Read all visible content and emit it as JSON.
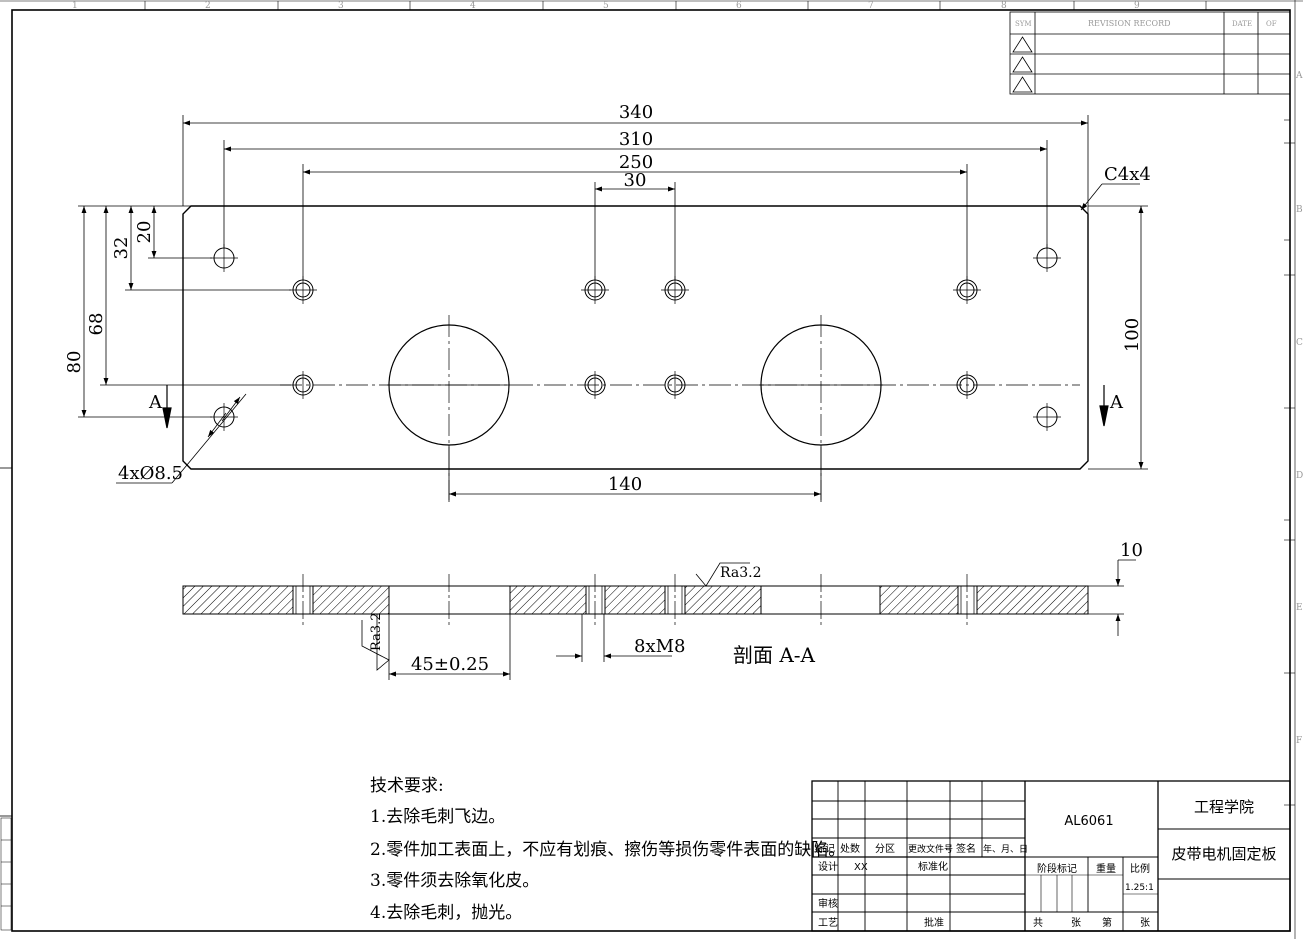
{
  "frame": {
    "top_numbers": [
      "1",
      "2",
      "3",
      "4",
      "5",
      "6",
      "7",
      "8",
      "9"
    ],
    "right_letters": [
      "A",
      "B",
      "C",
      "D",
      "E",
      "F"
    ]
  },
  "revision": {
    "header": [
      "SYM",
      "REVISION  RECORD",
      "DATE",
      "OF"
    ],
    "rows": 3
  },
  "plan_view": {
    "dims": {
      "d340": "340",
      "d310": "310",
      "d250": "250",
      "d30": "30",
      "chamfer": "C4x4",
      "d20": "20",
      "d32": "32",
      "d68": "68",
      "d80": "80",
      "d100": "100",
      "d140": "140",
      "holes": "4xØ8.5"
    },
    "section_marker": "A"
  },
  "section_view": {
    "roughness_top": "Ra3.2",
    "roughness_left": "Ra3.2",
    "thickness": "10",
    "tolerance": "45±0.25",
    "thread": "8xM8",
    "title": "剖面 A-A"
  },
  "notes": {
    "title": "技术要求:",
    "items": [
      "1.去除毛刺飞边。",
      "2.零件加工表面上，不应有划痕、擦伤等损伤零件表面的缺陷。",
      "3.零件须去除氧化皮。",
      "4.去除毛刺，抛光。"
    ]
  },
  "title_block": {
    "row_labels": [
      "标记",
      "处数",
      "分区",
      "更改文件号",
      "签名",
      "年、月、日"
    ],
    "designer_label": "设计",
    "designer_value": "XX",
    "standard_label": "标准化",
    "review_label": "审核",
    "process_label": "工艺",
    "approve_label": "批准",
    "material": "AL6061",
    "stage_label": "阶段标记",
    "weight_label": "重量",
    "scale_label": "比例",
    "scale_value": "1.25:1",
    "sheets_total_a": "共",
    "sheets_total_b": "张",
    "sheet_no_a": "第",
    "sheet_no_b": "张",
    "company": "工程学院",
    "part_name": "皮带电机固定板"
  }
}
